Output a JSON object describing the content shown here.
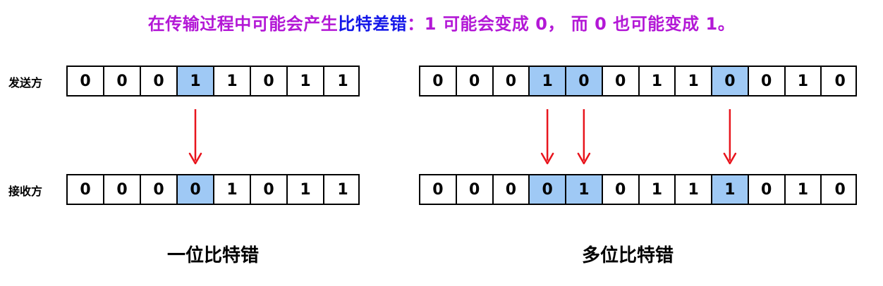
{
  "headline": {
    "prefix": "在传输过程中可能会产生",
    "highlight": "比特差错",
    "suffix": "：1 可能会变成 0， 而 0 也可能变成 1。"
  },
  "labels": {
    "sender": "发送方",
    "receiver": "接收方"
  },
  "single_bit": {
    "caption": "一位比特错",
    "sent": [
      "0",
      "0",
      "0",
      "1",
      "1",
      "0",
      "1",
      "1"
    ],
    "received": [
      "0",
      "0",
      "0",
      "0",
      "1",
      "0",
      "1",
      "1"
    ],
    "error_positions": [
      3
    ]
  },
  "multi_bit": {
    "caption": "多位比特错",
    "sent": [
      "0",
      "0",
      "0",
      "1",
      "0",
      "0",
      "1",
      "1",
      "0",
      "0",
      "1",
      "0"
    ],
    "received": [
      "0",
      "0",
      "0",
      "0",
      "1",
      "0",
      "1",
      "1",
      "1",
      "0",
      "1",
      "0"
    ],
    "error_positions": [
      3,
      4,
      8
    ]
  },
  "colors": {
    "headline": "#b318d6",
    "headline_highlight": "#1417e8",
    "error_cell": "#9fc9f5",
    "arrow": "#e8141c"
  }
}
